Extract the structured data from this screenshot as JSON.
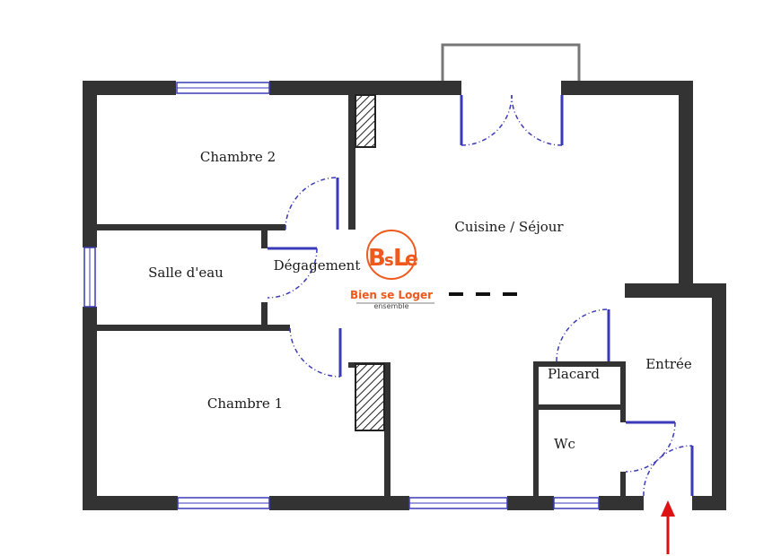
{
  "rooms": {
    "chambre2": "Chambre 2",
    "cuisine_sejour": "Cuisine / Séjour",
    "salle_eau": "Salle d'eau",
    "degagement": "Dégagement",
    "chambre1": "Chambre 1",
    "placard": "Placard",
    "entree": "Entrée",
    "wc": "Wc"
  },
  "logo": {
    "mark_b": "B",
    "mark_s": "s",
    "mark_l": "L",
    "mark_e": "e",
    "tagline": "Bien se Loger",
    "subline": "ensemble"
  },
  "colors": {
    "wall": "#333333",
    "window": "#3a3ab8",
    "door_swing": "#3a3ab8",
    "logo_orange": "#ee5a1e",
    "entrance_arrow": "#dd1111"
  }
}
